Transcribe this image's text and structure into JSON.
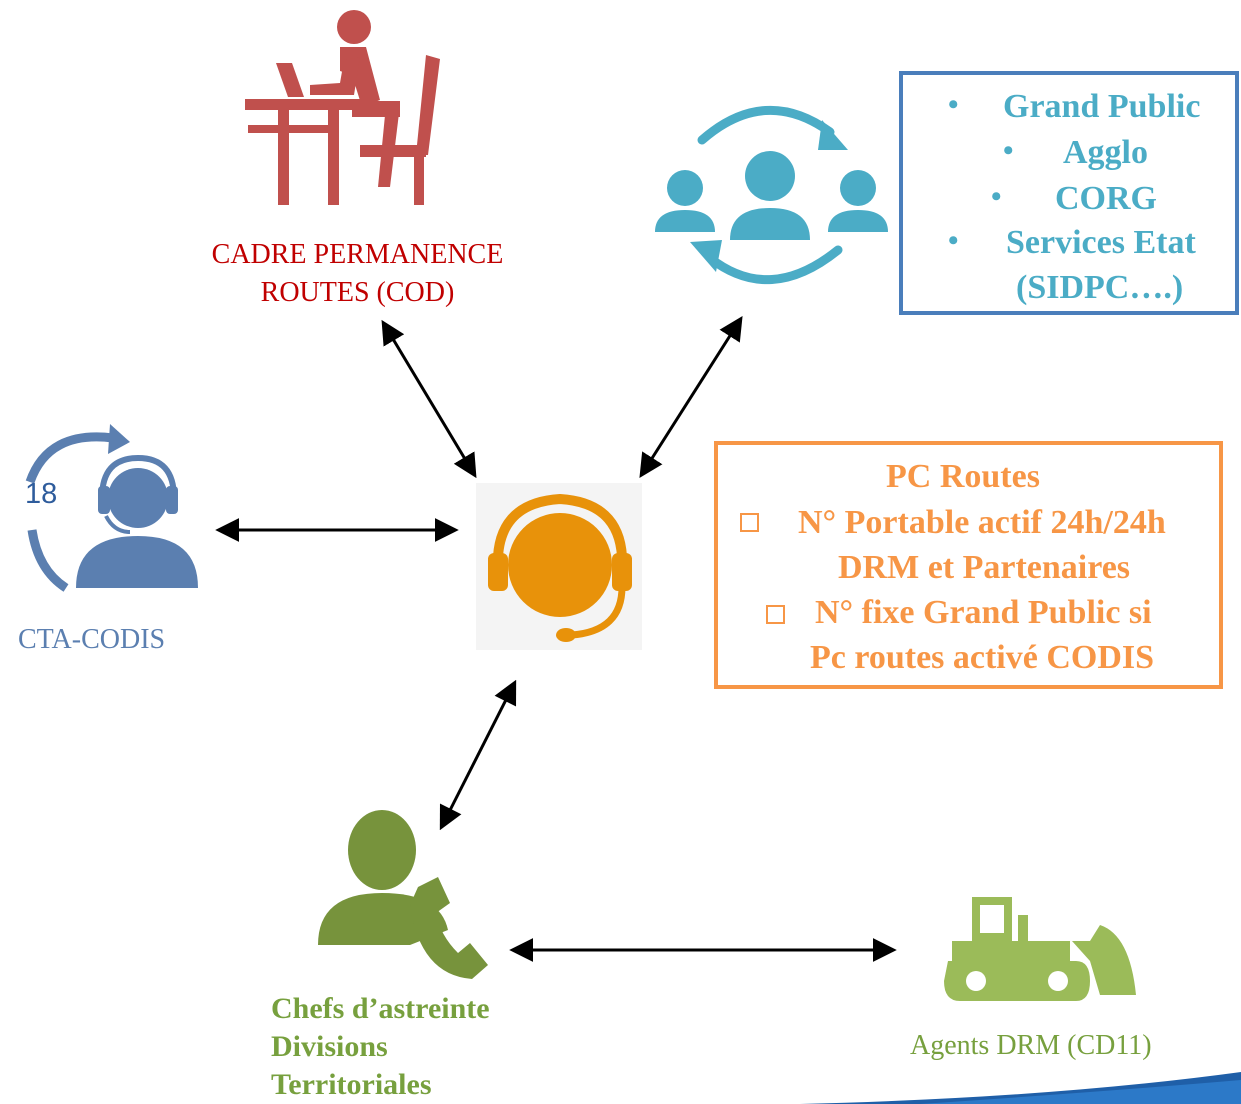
{
  "cadre": {
    "line1": "CADRE PERMANENCE",
    "line2": "ROUTES (COD)"
  },
  "partners": {
    "items": [
      "Grand Public",
      "Agglo",
      "CORG",
      "Services Etat",
      "(SIDPC….)"
    ]
  },
  "pc_routes": {
    "title": "PC Routes",
    "item1_line1": "N° Portable actif 24h/24h",
    "item1_line2": "DRM et Partenaires",
    "item2_line1": "N° fixe Grand Public si",
    "item2_line2": "Pc routes activé CODIS"
  },
  "cta": {
    "label": "CTA-CODIS",
    "number": "18"
  },
  "chefs": {
    "line1": "Chefs d’astreinte",
    "line2": "Divisions",
    "line3": "Territoriales"
  },
  "agents": {
    "label": "Agents DRM (CD11)"
  },
  "colors": {
    "cadre": "#c00000",
    "cadre_icon": "#c0504d",
    "partners": "#4bacc6",
    "partners_border": "#4a7ebb",
    "pc_routes": "#f79646",
    "operator_icon": "#e8920a",
    "cta": "#5b7fb0",
    "chefs": "#77a03e",
    "agents": "#9bbb59"
  }
}
